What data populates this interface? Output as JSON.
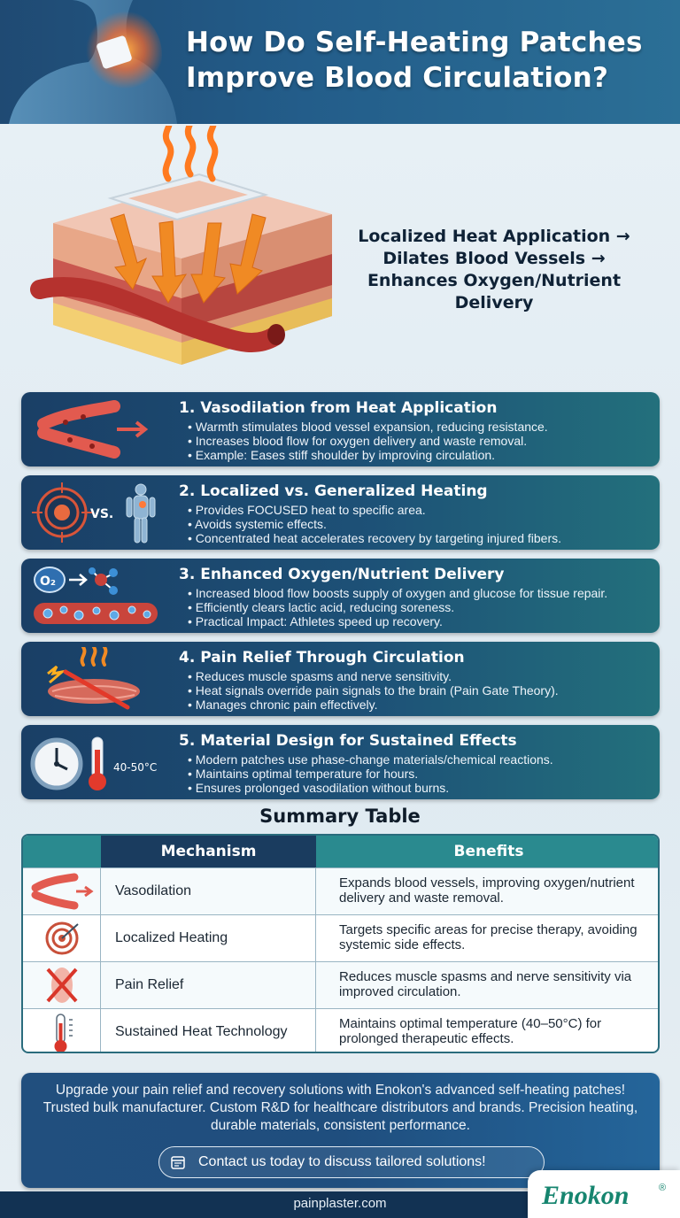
{
  "header": {
    "title": "How Do Self-Heating Patches Improve Blood Circulation?"
  },
  "hero": {
    "tagline_lines": [
      "Localized Heat Application →",
      "Dilates Blood Vessels →",
      "Enhances Oxygen/Nutrient Delivery"
    ]
  },
  "mechanisms": [
    {
      "title": "1. Vasodilation from Heat Application",
      "icon": "blood-vessel-icon",
      "bullets": [
        "Warmth stimulates blood vessel expansion, reducing resistance.",
        "Increases blood flow for oxygen delivery and waste removal.",
        "Example: Eases stiff shoulder by improving circulation."
      ]
    },
    {
      "title": "2. Localized vs. Generalized Heating",
      "icon": "target-vs-body-icon",
      "icon_label": "VS.",
      "bullets": [
        "Provides FOCUSED heat to specific area.",
        "Avoids systemic effects.",
        "Concentrated heat accelerates recovery by targeting injured fibers."
      ]
    },
    {
      "title": "3. Enhanced Oxygen/Nutrient Delivery",
      "icon": "oxygen-molecule-icon",
      "icon_label": "O₂",
      "bullets": [
        "Increased blood flow boosts supply of oxygen and glucose for tissue repair.",
        "Efficiently clears lactic acid, reducing soreness.",
        "Practical Impact: Athletes speed up recovery."
      ]
    },
    {
      "title": "4. Pain Relief Through Circulation",
      "icon": "muscle-pain-relief-icon",
      "bullets": [
        "Reduces muscle spasms and nerve sensitivity.",
        "Heat signals override pain signals to the brain (Pain Gate Theory).",
        "Manages chronic pain effectively."
      ]
    },
    {
      "title": "5. Material Design for Sustained Effects",
      "icon": "clock-thermometer-icon",
      "icon_label": "40-50°C",
      "bullets": [
        "Modern patches use phase-change materials/chemical reactions.",
        "Maintains optimal temperature for hours.",
        "Ensures prolonged vasodilation without burns."
      ]
    }
  ],
  "summary": {
    "title": "Summary Table",
    "headers": [
      "",
      "Mechanism",
      "Benefits"
    ],
    "rows": [
      {
        "icon": "blood-vessel-icon",
        "mechanism": "Vasodilation",
        "benefit": "Expands blood vessels, improving oxygen/nutrient delivery and waste removal."
      },
      {
        "icon": "target-icon",
        "mechanism": "Localized Heating",
        "benefit": "Targets specific areas for precise therapy, avoiding systemic side effects."
      },
      {
        "icon": "pain-relief-icon",
        "mechanism": "Pain Relief",
        "benefit": "Reduces muscle spasms and nerve sensitivity via improved circulation."
      },
      {
        "icon": "thermometer-icon",
        "mechanism": "Sustained Heat Technology",
        "benefit": "Maintains optimal temperature (40–50°C) for prolonged therapeutic effects."
      }
    ]
  },
  "cta": {
    "text": "Upgrade your pain relief and recovery solutions with Enokon's advanced self-heating patches! Trusted bulk manufacturer. Custom R&D for healthcare distributors and brands. Precision heating, durable materials, consistent performance.",
    "button_label": "Contact us today to discuss tailored solutions!"
  },
  "footer": {
    "url": "painplaster.com",
    "brand": "Enokon",
    "trademark": "®"
  },
  "colors": {
    "header_bg": "#1f4a73",
    "card_bg_start": "#1a3f66",
    "card_bg_end": "#23707c",
    "table_teal": "#2a8a8f",
    "table_navy": "#1a3c5f",
    "brand_green": "#16856f"
  }
}
